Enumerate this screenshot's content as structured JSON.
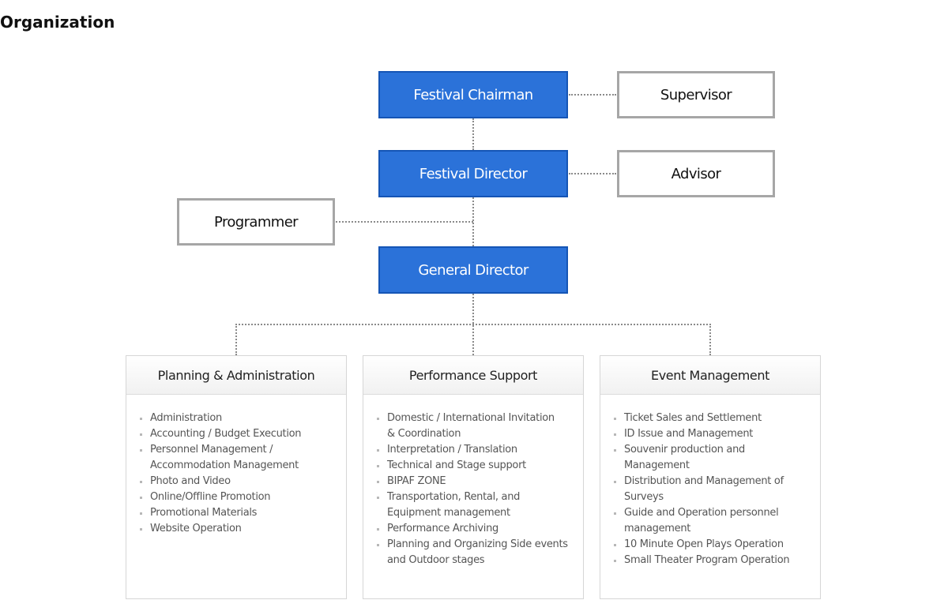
{
  "page": {
    "title": "Organization"
  },
  "nodes": {
    "chairman": "Festival Chairman",
    "supervisor": "Supervisor",
    "director": "Festival Director",
    "advisor": "Advisor",
    "programmer": "Programmer",
    "general_director": "General Director"
  },
  "departments": [
    {
      "title": "Planning & Administration",
      "items": [
        "Administration",
        "Accounting / Budget Execution",
        "Personnel Management / Accommodation Management",
        "Photo and Video",
        "Online/Offline Promotion",
        "Promotional Materials",
        "Website Operation"
      ]
    },
    {
      "title": "Performance Support",
      "items": [
        "Domestic / International Invitation & Coordination",
        "Interpretation / Translation",
        "Technical and Stage support",
        "BIPAF ZONE",
        "Transportation, Rental, and Equipment management",
        "Performance Archiving",
        "Planning and Organizing Side events and Outdoor stages"
      ]
    },
    {
      "title": "Event Management",
      "items": [
        "Ticket Sales and Settlement",
        "ID Issue and Management",
        "Souvenir production and Management",
        "Distribution and Management of Surveys",
        "Guide and Operation personnel management",
        "10 Minute Open Plays Operation",
        "Small Theater Program Operation"
      ]
    }
  ]
}
